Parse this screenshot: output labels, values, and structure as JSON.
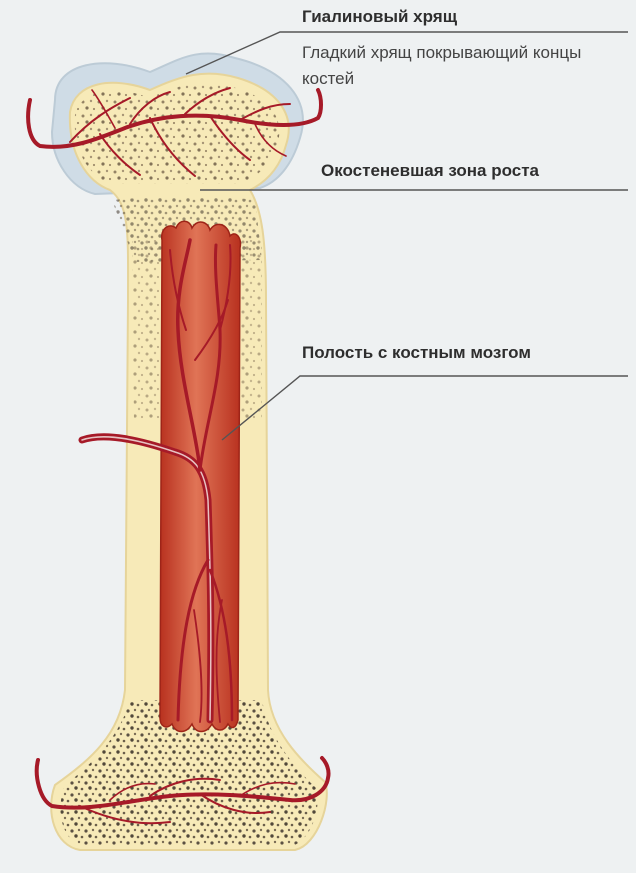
{
  "labels": {
    "hyaline_title": "Гиалиновый хрящ",
    "hyaline_desc": "Гладкий хрящ покрывающий концы костей",
    "growth_zone": "Окостеневшая зона роста",
    "marrow_cavity": "Полость с костным мозгом"
  },
  "colors": {
    "background": "#eef1f2",
    "cartilage": "#cfdce6",
    "bone": "#f7eab8",
    "bone_outline": "#e6d49a",
    "marrow": "#c8442b",
    "vessel": "#b01c2a",
    "speckle": "#4a4036",
    "leader_line": "#555555"
  }
}
